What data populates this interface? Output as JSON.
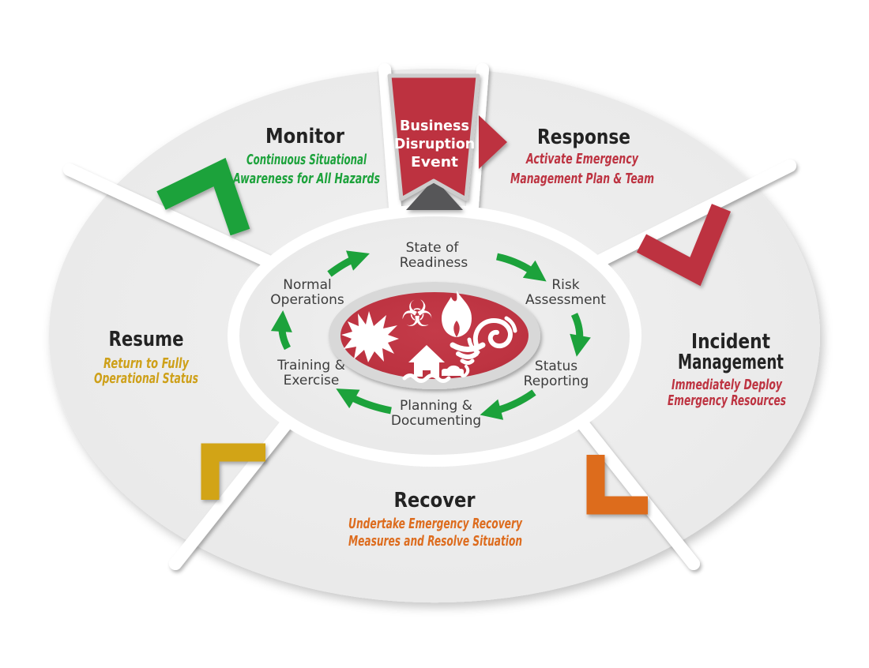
{
  "event": {
    "line1": "Business",
    "line2": "Disruption",
    "line3": "Event"
  },
  "segments": {
    "monitor": {
      "title": "Monitor",
      "sub1": "Continuous Situational",
      "sub2": "Awareness for All Hazards",
      "color": "#1CA23B"
    },
    "response": {
      "title": "Response",
      "sub1": "Activate Emergency",
      "sub2": "Management Plan & Team",
      "color": "#BD3341"
    },
    "incident": {
      "title1": "Incident",
      "title2": "Management",
      "sub1": "Immediately Deploy",
      "sub2": "Emergency Resources",
      "color": "#BD3341"
    },
    "recover": {
      "title": "Recover",
      "sub1": "Undertake Emergency Recovery",
      "sub2": "Measures and Resolve Situation",
      "color": "#DD6C1E"
    },
    "resume": {
      "title": "Resume",
      "sub1": "Return to Fully",
      "sub2": "Operational Status",
      "color": "#CEA019"
    }
  },
  "cycle": {
    "readiness": {
      "l1": "State of",
      "l2": "Readiness"
    },
    "risk": {
      "l1": "Risk",
      "l2": "Assessment"
    },
    "status": {
      "l1": "Status",
      "l2": "Reporting"
    },
    "planning": {
      "l1": "Planning &",
      "l2": "Documenting"
    },
    "training": {
      "l1": "Training &",
      "l2": "Exercise"
    },
    "normal": {
      "l1": "Normal",
      "l2": "Operations"
    }
  },
  "icons": {
    "biohazard_glyph": "☣",
    "names": [
      "explosion-icon",
      "biohazard-icon",
      "fire-icon",
      "hurricane-icon",
      "flood-icon",
      "tornado-icon"
    ]
  },
  "colors": {
    "green": "#1CA23B",
    "red": "#BD3341",
    "orange": "#DD6C1E",
    "gold": "#D2A414",
    "ribbon_red": "#BD3341",
    "dark_gray": "#565659",
    "segment_gray": "#ECECEC",
    "silver": "#D8D8D8",
    "white": "#FFFFFF",
    "title_color": "#232323",
    "label_color": "#3D3D3D"
  }
}
